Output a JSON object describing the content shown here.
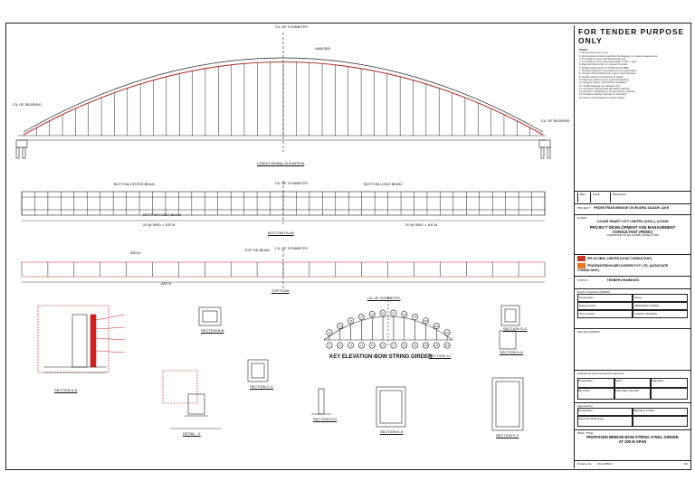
{
  "drawing": {
    "views": {
      "elevation": {
        "title": "LONGITUDINAL ELEVATION",
        "cl_symmetry": "C/L OF SYMMETRY",
        "hanger": "HANGER",
        "cl_bearing_left": "C/L OF BEARING",
        "cl_bearing_right": "C/L OF BEARING"
      },
      "bottom_plan": {
        "title": "BOTTOM PLAN",
        "bottom_cross_beam": "BOTTOM CROSS BEAM",
        "bottom_long_beam": "BOTTOM LONG BEAM",
        "bottom_long_beam_2": "BOTTOM LONG BEAM",
        "cl_symmetry": "C/L OF SYMMETRY",
        "dim_left": "20 @ 5000 = 100 M",
        "dim_right": "20 @ 5000 = 100 M"
      },
      "top_plan": {
        "title": "TOP PLAN",
        "arch": "ARCH",
        "top_tie_beam": "TOP TIE BEAM",
        "cl_symmetry": "C/L OF SYMMETRY",
        "arch_bottom": "ARCH"
      },
      "section_aa": "SECTION A-A",
      "detail_y": "DETAIL - Y",
      "key_elevation": {
        "title": "KEY ELEVATION-BOW STRING GIRDER",
        "cl_symmetry": "C/L OF SYMMETRY",
        "top_nodes": [
          "U1",
          "U2",
          "U3",
          "U4",
          "U5",
          "U6",
          "U7",
          "U8",
          "U9",
          "U10",
          "U11",
          "U12"
        ],
        "bottom_nodes": [
          "L1",
          "L2",
          "L3",
          "L4",
          "L5",
          "L6",
          "L7",
          "L8",
          "L9",
          "L10",
          "L11",
          "L12"
        ]
      },
      "sections": [
        "SECTION B-B",
        "SECTION C-C",
        "SECTION D-D",
        "SECTION E-E",
        "SECTION F-F",
        "SECTION G-G",
        "SECTION H-H",
        "SECTION J-J"
      ]
    }
  },
  "title_block": {
    "header": "FOR TENDER PURPOSE ONLY",
    "notes_label": "NOTES :",
    "notes": [
      "1. All dimensions are in mm.",
      "2. All dimensions shall be read from the drawings, not scaled measurement.",
      "3. The design is as per IRS steel bridge code.",
      "4. The bridge is a bow string steel girder of 200 m span.",
      "5. Materials shall conform to relevant IS codes.",
      "6. Welding shall conform to IS 816 and IS 9595.",
      "7. Surface preparation and painting as per specification.",
      "8. All bolts shall be HSFG bolts unless noted otherwise.",
      "9. Camber shall be provided as per design.",
      "10. Bearings shall be as per approved drawings.",
      "11. Hangers shall be tested before installation.",
      "12. Tender drawings are indicative only.",
      "13. Contractor shall prepare fabrication drawings.",
      "14. Erection methodology to be approved by engineer.",
      "15. Deviations shall be reported to consultant.",
      "16. Refer to specifications for further details."
    ],
    "revision_headers": {
      "no": "REV",
      "date": "DATE",
      "remarks": "REMARKS"
    },
    "project_label": "PROJECT",
    "project_name": "PEDESTRIAN BRIDGE ON RUDRA SAGAR LAKE",
    "client_label": "CLIENT",
    "client_name": "UJJAIN SMART CITY LIMITED (USCL), UJJAIN",
    "pdmc_title": "PROJECT DEVELOPMENT AND MANAGEMENT CONSULTANT (PDMC)",
    "pdmc_sub": "CONSORTIUM OF IPE GLOBAL LIMITED & PWC",
    "consultant_1": "IPE GLOBAL LIMITED (LEAD CONSULTANT)",
    "consultant_2": "PRICEWATERHOUSECOOPERS PVT. LTD. (ASSOCIATE CONSULTANT)",
    "status_label": "STATUS",
    "status": "TENDER DRAWINGS",
    "name_sig_label": "Name & Signature (PDMC)",
    "designation": "Designation",
    "name": "Name",
    "role_1": "Bridge Expert",
    "name_1": "ABHISHEK KUMAR",
    "role_2": "Team Leader",
    "name_2": "SANJAY SHARMA",
    "submit_label": "Submitted (PDMC)",
    "checked_label": "Checked & recommended for approval",
    "designation_2": "Designation",
    "name_col": "Name",
    "signature_col": "Signature",
    "role_3": "EE (Civil)",
    "name_3": "Tarik Saleh Qureshi",
    "approved_label": "Approved by",
    "designation_3": "Designation",
    "sig_date": "Signature & Date",
    "role_4": "Superintending Engg.",
    "dwg_title_label": "DWG. TITLE",
    "dwg_title": "PROPOSED BRIDGE BOW STRING STEEL GIRDER AT 200 M SPAN",
    "drawing_no_label": "Drawing No.",
    "drawing_no": "USCL/PB/01",
    "sheet": "R0"
  },
  "colors": {
    "line": "#222222",
    "arch": "#b03a2e",
    "red": "#cc2222",
    "accent_pwc": "#e07b22"
  }
}
